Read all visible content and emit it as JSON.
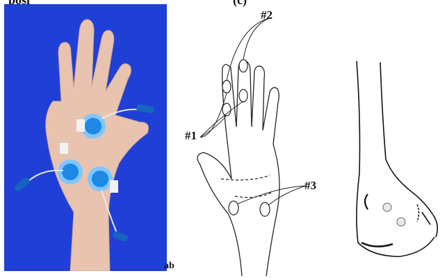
{
  "header": {
    "left_fragment": "posi",
    "right_fragment": "(c)"
  },
  "figure": {
    "panel_a_tag": "ab",
    "hand_labels": {
      "label_1": "#1",
      "label_2": "#2",
      "label_3": "#3"
    }
  },
  "colors": {
    "photo_background": "#1f3fd6",
    "electrode_blue": "#1e88e5",
    "skin": "#e8c3b0"
  }
}
